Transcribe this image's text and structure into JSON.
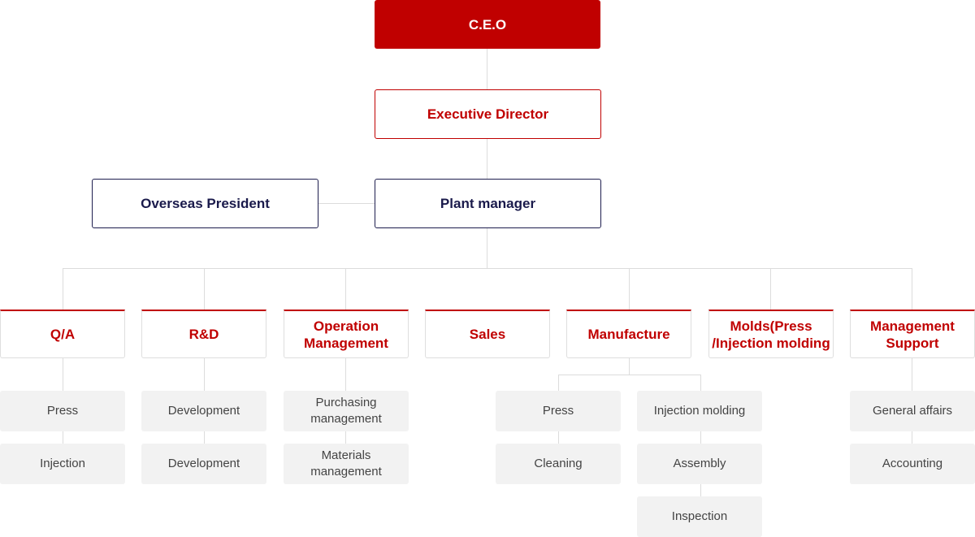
{
  "ceo": "C.E.O",
  "executive_director": "Executive Director",
  "overseas_president": "Overseas President",
  "plant_manager": "Plant manager",
  "departments": {
    "qa": {
      "title": "Q/A",
      "units": [
        "Press",
        "Injection"
      ]
    },
    "rd": {
      "title": "R&D",
      "units": [
        "Development",
        "Development"
      ]
    },
    "operation": {
      "title_line1": "Operation",
      "title_line2": "Management",
      "units": [
        "Purchasing\nmanagement",
        "Materials\nmanagement"
      ]
    },
    "sales": {
      "title": "Sales"
    },
    "manufacture": {
      "title": "Manufacture",
      "units_left": [
        "Press",
        "Cleaning"
      ],
      "units_right": [
        "Injection molding",
        "Assembly",
        "Inspection"
      ]
    },
    "molds": {
      "title_line1": "Molds(Press",
      "title_line2": "/Injection molding"
    },
    "management_support": {
      "title_line1": "Management",
      "title_line2": "Support",
      "units": [
        "General affairs",
        "Accounting"
      ]
    }
  },
  "colors": {
    "accent": "#c00000",
    "navy": "#1a1a4b",
    "line": "#dcdcdc",
    "unit_bg": "#f2f2f2"
  }
}
